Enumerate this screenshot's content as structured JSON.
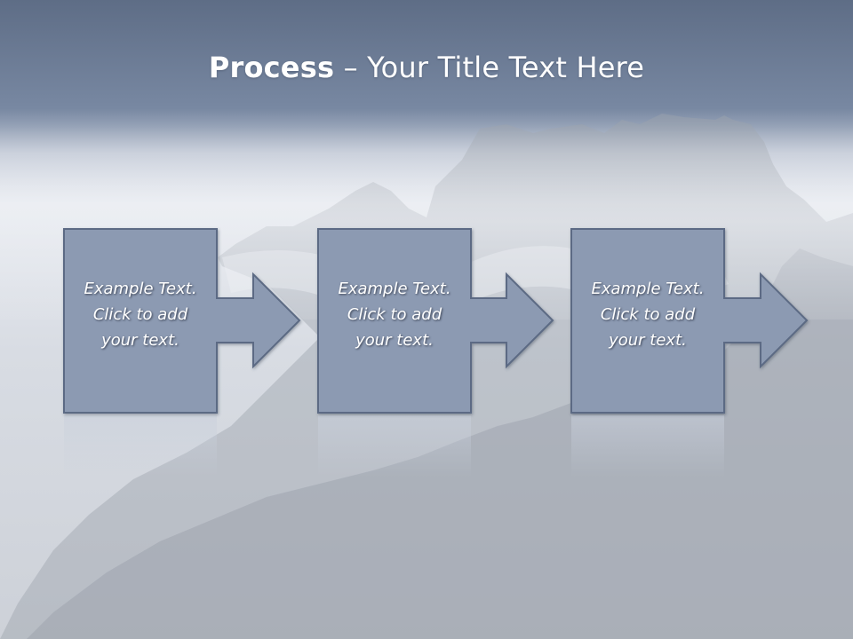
{
  "title": {
    "bold": "Process",
    "dash": " – ",
    "rest": "Your Title Text Here"
  },
  "steps": [
    {
      "lines": [
        "Example Text.",
        "Click  to add",
        "your text."
      ]
    },
    {
      "lines": [
        "Example Text.",
        "Click  to add",
        "your text."
      ]
    },
    {
      "lines": [
        "Example Text.",
        "Click  to add",
        "your text."
      ]
    }
  ],
  "colors": {
    "header": "#6f7f98",
    "box_fill": "#8c9ab2",
    "box_stroke": "#5c6b84",
    "text": "#ffffff"
  }
}
